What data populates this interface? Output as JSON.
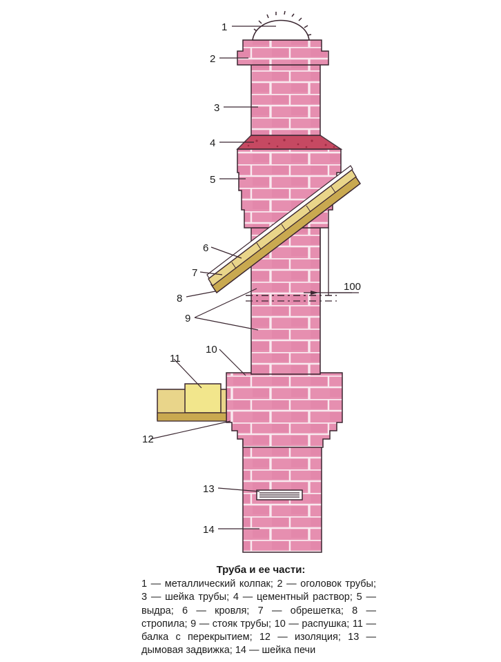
{
  "colors": {
    "brick": "#e68fb0",
    "brick_dark": "#dc7aa1",
    "mortar": "#f9e9ef",
    "outline": "#3a2630",
    "wood": "#e9d58a",
    "wood_dark": "#c9a950",
    "insulation": "#f2e68c",
    "cement": "#c23a55",
    "cap": "#ffffff"
  },
  "diagram": {
    "labels": [
      {
        "id": "1",
        "text": "1"
      },
      {
        "id": "2",
        "text": "2"
      },
      {
        "id": "3",
        "text": "3"
      },
      {
        "id": "4",
        "text": "4"
      },
      {
        "id": "5",
        "text": "5"
      },
      {
        "id": "6",
        "text": "6"
      },
      {
        "id": "7",
        "text": "7"
      },
      {
        "id": "8",
        "text": "8"
      },
      {
        "id": "9",
        "text": "9"
      },
      {
        "id": "10",
        "text": "10"
      },
      {
        "id": "11",
        "text": "11"
      },
      {
        "id": "12",
        "text": "12"
      },
      {
        "id": "13",
        "text": "13"
      },
      {
        "id": "14",
        "text": "14"
      }
    ],
    "dimension": "100"
  },
  "caption": {
    "title": "Труба и ее части:",
    "body": "1 — металлический колпак; 2 — оголовок трубы; 3 — шейка трубы; 4 — цементный раствор; 5 — выдра; 6 — кровля; 7 — обрешетка; 8 — стропила; 9 — стояк трубы; 10 — распушка; 11 — балка с перекрытием; 12 — изоляция; 13 — дымовая задвижка; 14 — шейка печи"
  }
}
